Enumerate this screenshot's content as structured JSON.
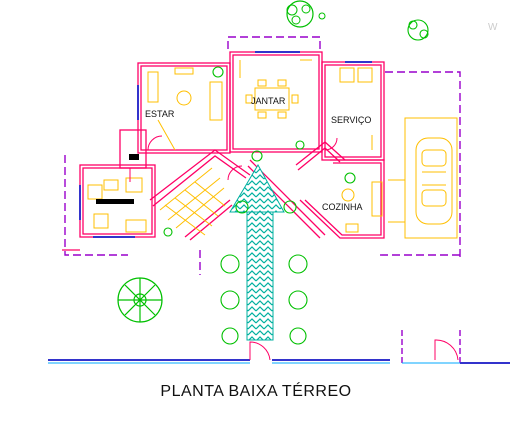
{
  "title": "PLANTA BAIXA TÉRREO",
  "rooms": {
    "estar": "ESTAR",
    "jantar": "JANTAR",
    "servico": "SERVIÇO",
    "cozinha": "COZINHA"
  },
  "corner_mark": "W",
  "colors": {
    "wall": "#ff0066",
    "furniture": "#ffbf00",
    "plant": "#00c000",
    "dash": "#9900cc",
    "path": "#00b0a0",
    "glass": "#00aaff"
  }
}
